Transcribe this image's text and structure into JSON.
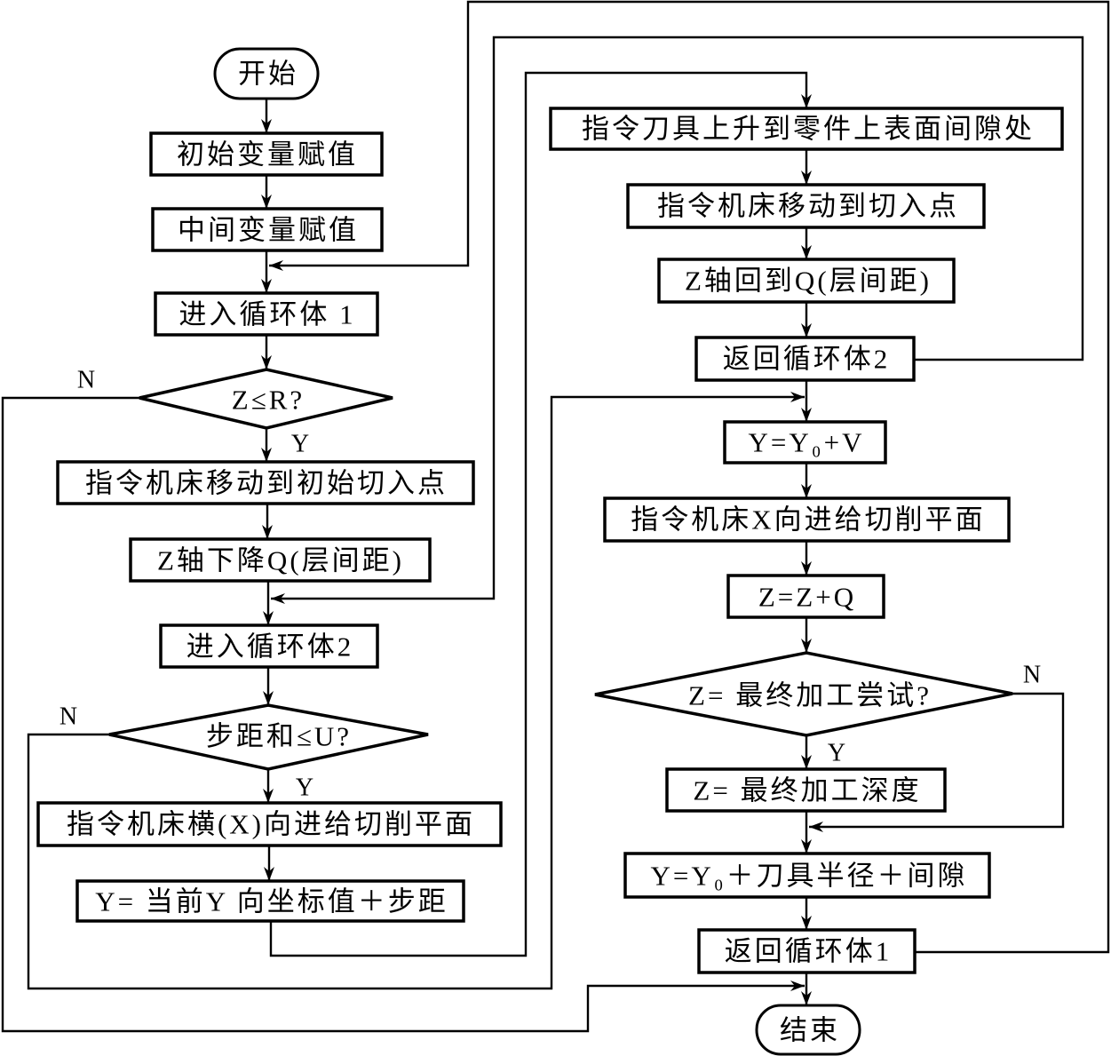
{
  "colors": {
    "stroke": "#000000",
    "background": "#ffffff"
  },
  "nodes": {
    "start": "开始",
    "init_vars": "初始变量赋值",
    "mid_vars": "中间变量赋值",
    "enter_loop1": "进入循环体 1",
    "decision_z_le_r": "Z≤R?",
    "move_initial_entry": "指令机床移动到初始切入点",
    "z_down_q": "Z轴下降Q(层间距)",
    "enter_loop2": "进入循环体2",
    "decision_step_sum": "步距和≤U?",
    "feed_cross_x": "指令机床横(X)向进给切削平面",
    "y_update": "Y= 当前Y 向坐标值＋步距",
    "tool_up": "指令刀具上升到零件上表面间隙处",
    "move_entry": "指令机床移动到切入点",
    "z_back_q": "Z轴回到Q(层间距)",
    "return_loop2": "返回循环体2",
    "y_set_v": "Y=Y₀+V",
    "feed_x_plane": "指令机床X向进给切削平面",
    "z_add_q": "Z=Z+Q",
    "decision_final": "Z= 最终加工尝试?",
    "z_final_depth": "Z= 最终加工深度",
    "y_set_radius": "Y=Y₀＋刀具半径＋间隙",
    "return_loop1": "返回循环体1",
    "end": "结束"
  },
  "branch_labels": {
    "decision_z_le_r_no": "N",
    "decision_z_le_r_yes": "Y",
    "decision_step_sum_no": "N",
    "decision_step_sum_yes": "Y",
    "decision_final_no": "N",
    "decision_final_yes": "Y"
  }
}
